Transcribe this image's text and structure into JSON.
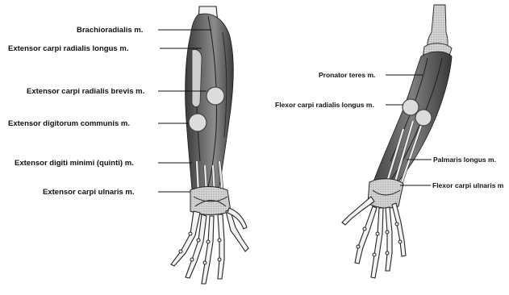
{
  "diagram": {
    "left_view": {
      "labels": [
        "Brachioradialis m.",
        "Extensor carpi radialis longus m.",
        "Extensor carpi radialis brevis m.",
        "Extensor digitorum communis m.",
        "Extensor digiti minimi (quinti) m.",
        "Extensor carpi ulnaris m."
      ]
    },
    "right_view": {
      "labels": [
        "Pronator teres m.",
        "Flexor carpi radialis longus m.",
        "Palmaris longus m.",
        "Flexor carpi ulnaris m"
      ]
    }
  }
}
